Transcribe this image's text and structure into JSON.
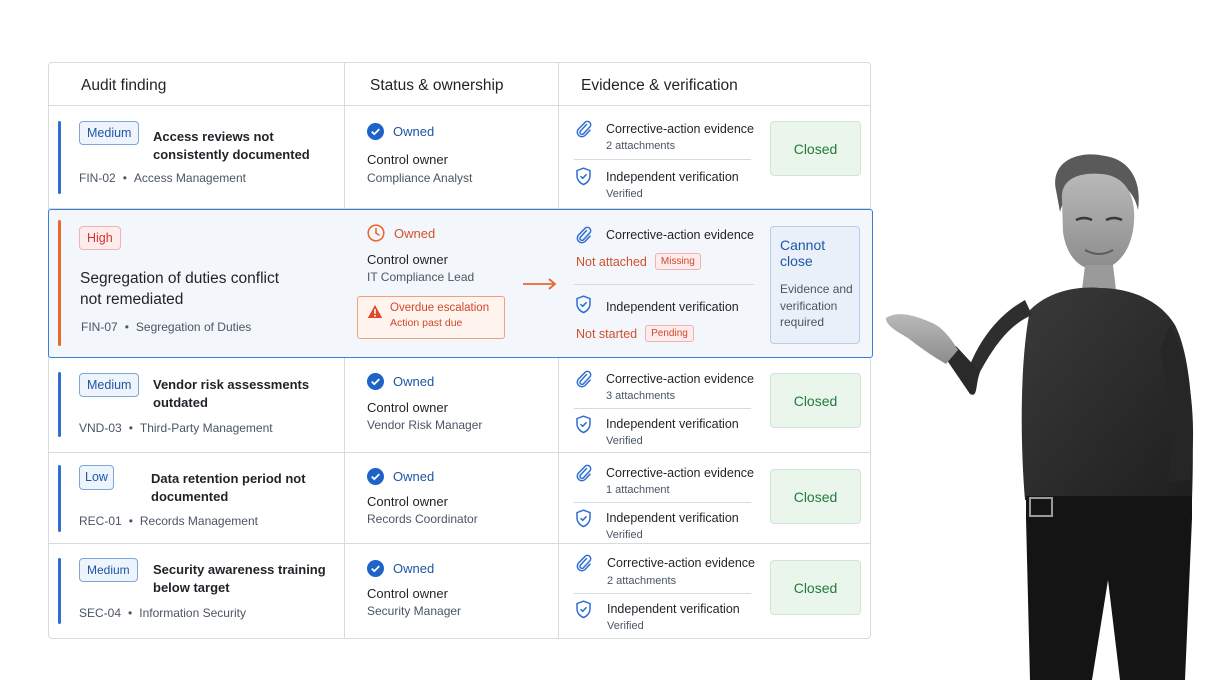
{
  "headers": {
    "finding": "Audit finding",
    "status": "Status & ownership",
    "evidence": "Evidence & verification"
  },
  "rows": [
    {
      "severity": "Medium",
      "title": "Access reviews not consistently documented",
      "id": "FIN-02",
      "area": "Access Management",
      "status": "Owned",
      "owner_label": "Control owner",
      "owner": "Compliance Analyst",
      "evidence_title": "Corrective-action evidence",
      "evidence_sub": "2 attachments",
      "verification_title": "Independent verification",
      "verification_sub": "Verified",
      "outcome": "Closed"
    },
    {
      "severity": "High",
      "title": "Segregation of duties conflict not remediated",
      "id": "FIN-07",
      "area": "Segregation of Duties",
      "status": "Owned",
      "owner_label": "Control owner",
      "owner": "IT Compliance Lead",
      "escalation_title": "Overdue escalation",
      "escalation_sub": "Action past due",
      "evidence_title": "Corrective-action evidence",
      "evidence_state": "Not attached",
      "evidence_tag": "Missing",
      "verification_title": "Independent verification",
      "verification_state": "Not started",
      "verification_tag": "Pending",
      "outcome": "Cannot close",
      "outcome_note": "Evidence and verification required"
    },
    {
      "severity": "Medium",
      "title": "Vendor risk assessments outdated",
      "id": "VND-03",
      "area": "Third-Party Management",
      "status": "Owned",
      "owner_label": "Control owner",
      "owner": "Vendor Risk Manager",
      "evidence_title": "Corrective-action evidence",
      "evidence_sub": "3 attachments",
      "verification_title": "Independent verification",
      "verification_sub": "Verified",
      "outcome": "Closed"
    },
    {
      "severity": "Low",
      "title": "Data retention period not documented",
      "id": "REC-01",
      "area": "Records Management",
      "status": "Owned",
      "owner_label": "Control owner",
      "owner": "Records Coordinator",
      "evidence_title": "Corrective-action evidence",
      "evidence_sub": "1 attachment",
      "verification_title": "Independent verification",
      "verification_sub": "Verified",
      "outcome": "Closed"
    },
    {
      "severity": "Medium",
      "title": "Security awareness training below target",
      "id": "SEC-04",
      "area": "Information Security",
      "status": "Owned",
      "owner_label": "Control owner",
      "owner": "Security Manager",
      "evidence_title": "Corrective-action evidence",
      "evidence_sub": "2 attachments",
      "verification_title": "Independent verification",
      "verification_sub": "Verified",
      "outcome": "Closed"
    }
  ],
  "icons": {
    "check": "check-circle-icon",
    "clock": "clock-icon",
    "warning": "warning-triangle-icon",
    "paperclip": "paperclip-icon",
    "shield": "shield-check-icon",
    "arrow": "arrow-right-icon"
  },
  "colors": {
    "accent_blue": "#2f6fd1",
    "accent_orange": "#e8692e",
    "closed_green": "#237a3b",
    "highlight_border": "#3b7ed6"
  }
}
